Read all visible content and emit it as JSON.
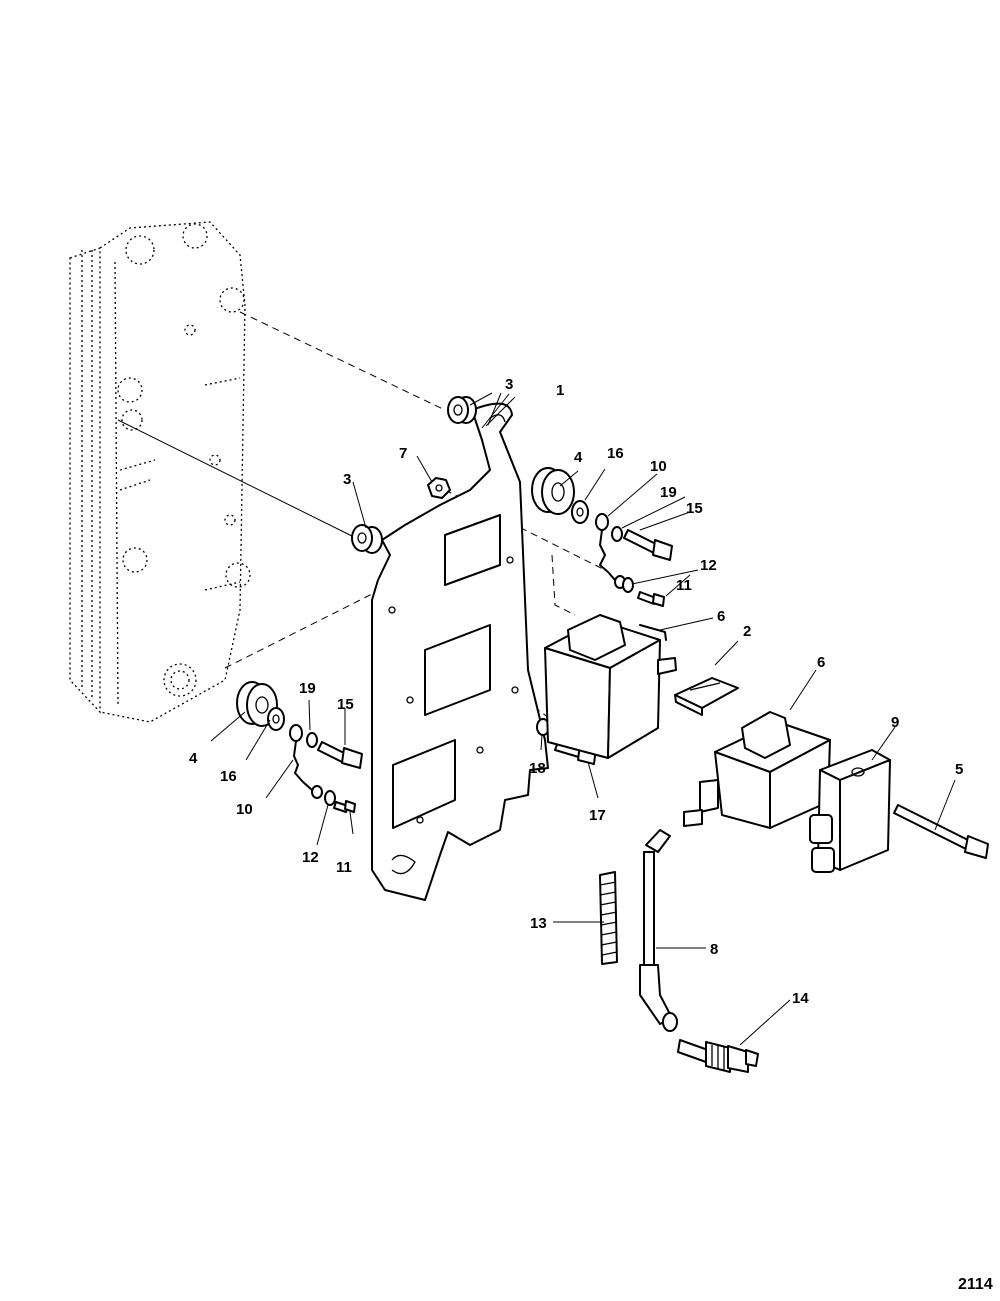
{
  "diagram": {
    "figure_number": "2114",
    "callouts": [
      {
        "id": "c1",
        "label": "1"
      },
      {
        "id": "c2",
        "label": "2"
      },
      {
        "id": "c3a",
        "label": "3"
      },
      {
        "id": "c3b",
        "label": "3"
      },
      {
        "id": "c4a",
        "label": "4"
      },
      {
        "id": "c4b",
        "label": "4"
      },
      {
        "id": "c5",
        "label": "5"
      },
      {
        "id": "c6a",
        "label": "6"
      },
      {
        "id": "c6b",
        "label": "6"
      },
      {
        "id": "c7",
        "label": "7"
      },
      {
        "id": "c8",
        "label": "8"
      },
      {
        "id": "c9",
        "label": "9"
      },
      {
        "id": "c10a",
        "label": "10"
      },
      {
        "id": "c10b",
        "label": "10"
      },
      {
        "id": "c11a",
        "label": "11"
      },
      {
        "id": "c11b",
        "label": "11"
      },
      {
        "id": "c12a",
        "label": "12"
      },
      {
        "id": "c12b",
        "label": "12"
      },
      {
        "id": "c13",
        "label": "13"
      },
      {
        "id": "c14",
        "label": "14"
      },
      {
        "id": "c15a",
        "label": "15"
      },
      {
        "id": "c15b",
        "label": "15"
      },
      {
        "id": "c16a",
        "label": "16"
      },
      {
        "id": "c16b",
        "label": "16"
      },
      {
        "id": "c17",
        "label": "17"
      },
      {
        "id": "c18",
        "label": "18"
      },
      {
        "id": "c19a",
        "label": "19"
      },
      {
        "id": "c19b",
        "label": "19"
      }
    ]
  }
}
